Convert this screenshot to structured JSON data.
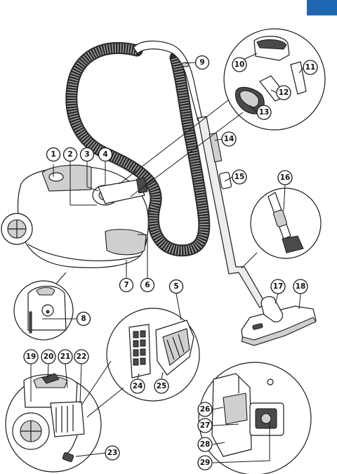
{
  "page_tab": {
    "color": "#1f67b1"
  },
  "callouts": {
    "c1": "1",
    "c2": "2",
    "c3": "3",
    "c4": "4",
    "c5": "5",
    "c6": "6",
    "c7": "7",
    "c8": "8",
    "c9": "9",
    "c10": "10",
    "c11": "11",
    "c12": "12",
    "c13": "13",
    "c14": "14",
    "c15": "15",
    "c16": "16",
    "c17": "17",
    "c18": "18",
    "c19": "19",
    "c20": "20",
    "c21": "21",
    "c22": "22",
    "c23": "23",
    "c24": "24",
    "c25": "25",
    "c26": "26",
    "c27": "27",
    "c28": "28",
    "c29": "29"
  }
}
